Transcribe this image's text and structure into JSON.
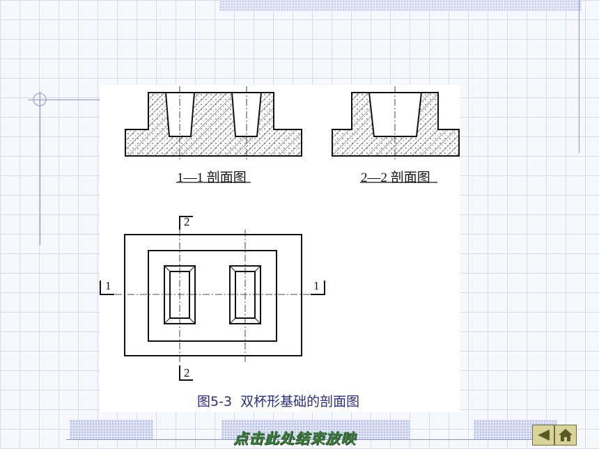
{
  "figure": {
    "section_1_label": "1—1 剖面图",
    "section_2_label": "2—2 剖面图",
    "cut_marks": {
      "one": "1",
      "two": "2"
    }
  },
  "caption": {
    "figure_number": "图5-3",
    "title": "双杯形基础的剖面图"
  },
  "footer": {
    "end_show_link": "点击此处结束放映"
  },
  "nav": {
    "back_icon": "triangle-left-icon",
    "home_icon": "home-icon"
  },
  "colors": {
    "caption": "#2b2b8c",
    "end_show": "#3b7a3b",
    "nav_button": "#d8d49a",
    "grid": "#d4d9ec"
  }
}
